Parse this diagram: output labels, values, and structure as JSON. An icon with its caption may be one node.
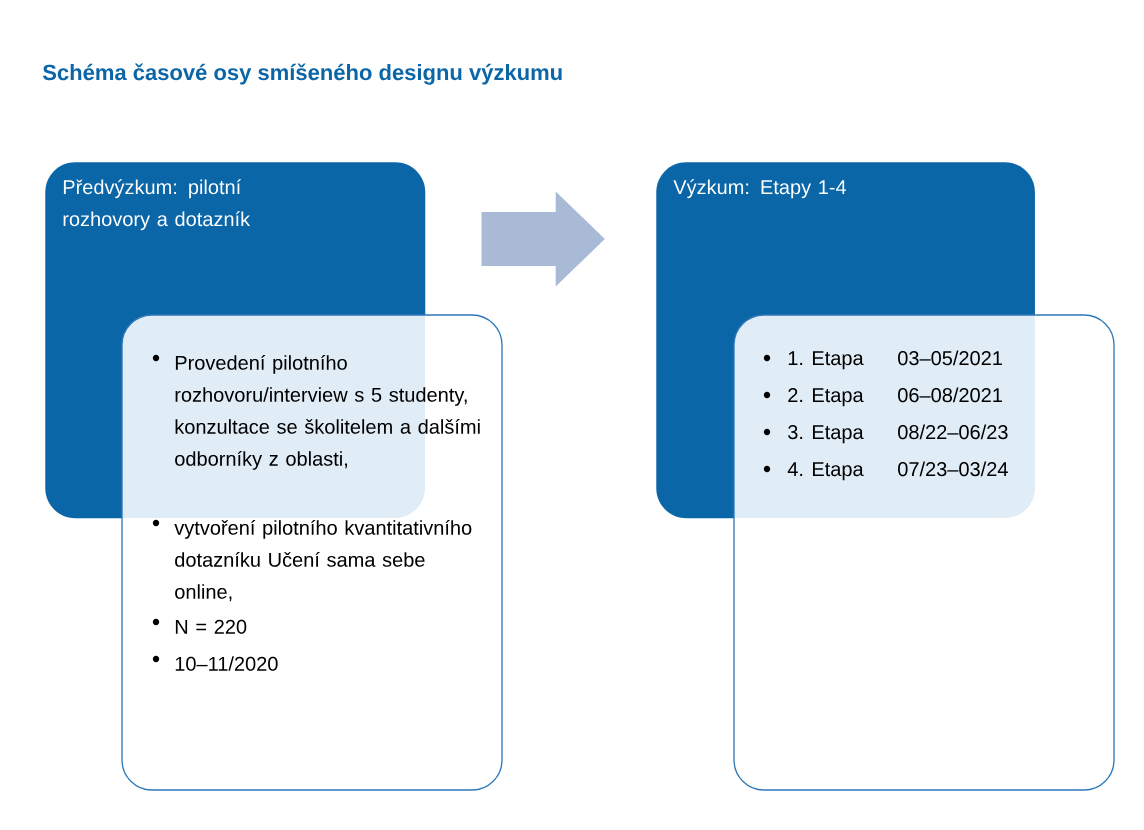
{
  "diagram": {
    "title": "Schéma časové osy smíšeného designu výzkumu",
    "nodes": [
      {
        "text": [
          "Předvýzkum: pilotní rozhovory a dotazník",
          "Provedení pilotního rozhovoru/interview s 5 studenty, konzultace se školitelem a dalšími odborníky z oblasti,",
          "vytvoření pilotního kvantitativního dotazníku Učení sama sebe online,",
          "N = 220",
          "10–11/2020"
        ]
      },
      {
        "text": [
          "Výzkum: Etapy 1-4",
          "1. Etapa",
          "03–05/2021",
          "2. Etapa",
          "06–08/2021",
          "3. Etapa",
          "08/22–06/23",
          "4. Etapa",
          "07/23–03/24"
        ]
      }
    ],
    "edges": [
      {
        "from": 0,
        "to": 1,
        "arrow": "to"
      }
    ]
  }
}
